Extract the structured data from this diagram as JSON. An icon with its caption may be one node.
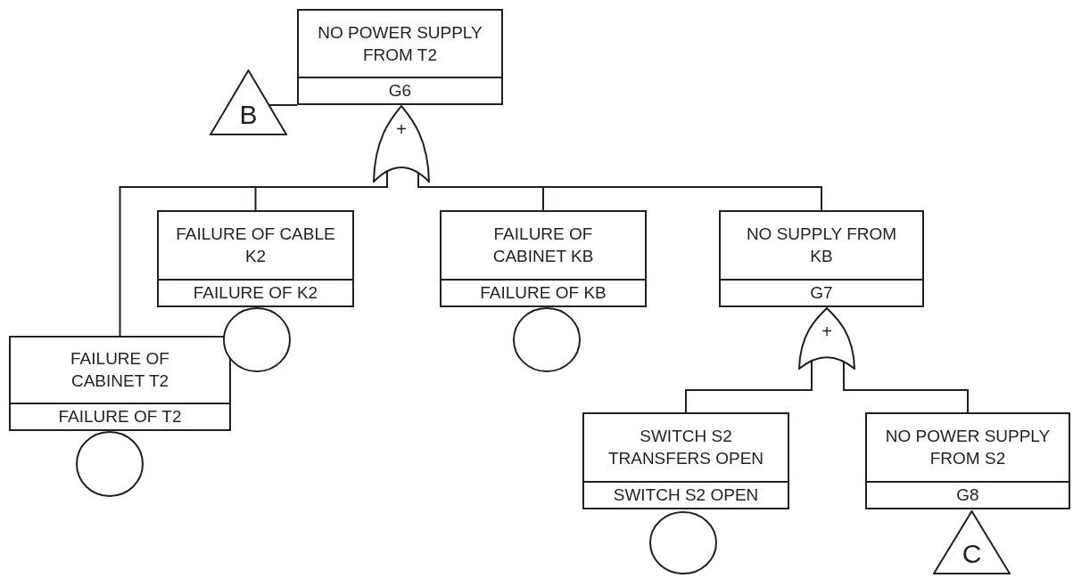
{
  "diagram": {
    "nodes": [
      {
        "text": [
          "NO POWER SUPPLY FROM T2",
          "G6"
        ]
      },
      {
        "text": [
          "B"
        ]
      },
      {
        "text": [
          "+"
        ]
      },
      {
        "text": [
          "FAILURE OF CABINET T2",
          "FAILURE OF T2"
        ]
      },
      {
        "text": [],
        "shape": "circle"
      },
      {
        "text": [
          "FAILURE OF CABLE K2",
          "FAILURE OF K2"
        ]
      },
      {
        "text": [],
        "shape": "circle"
      },
      {
        "text": [
          "FAILURE OF CABINET KB",
          "FAILURE OF KB"
        ]
      },
      {
        "text": [],
        "shape": "circle"
      },
      {
        "text": [
          "NO SUPPLY FROM KB",
          "G7"
        ]
      },
      {
        "text": [
          "+"
        ]
      },
      {
        "text": [
          "SWITCH S2 TRANSFERS OPEN",
          "SWITCH S2 OPEN"
        ]
      },
      {
        "text": [],
        "shape": "circle"
      },
      {
        "text": [
          "NO POWER SUPPLY FROM S2",
          "G8"
        ]
      },
      {
        "text": [
          "C"
        ]
      }
    ],
    "edges": [
      {
        "from": 1,
        "to": 0,
        "arrow": "none"
      },
      {
        "from": 2,
        "to": 3,
        "arrow": "none"
      },
      {
        "from": 2,
        "to": 5,
        "arrow": "none"
      },
      {
        "from": 2,
        "to": 7,
        "arrow": "none"
      },
      {
        "from": 2,
        "to": 9,
        "arrow": "none"
      },
      {
        "from": 10,
        "to": 11,
        "arrow": "none"
      },
      {
        "from": 10,
        "to": 13,
        "arrow": "none"
      }
    ]
  }
}
